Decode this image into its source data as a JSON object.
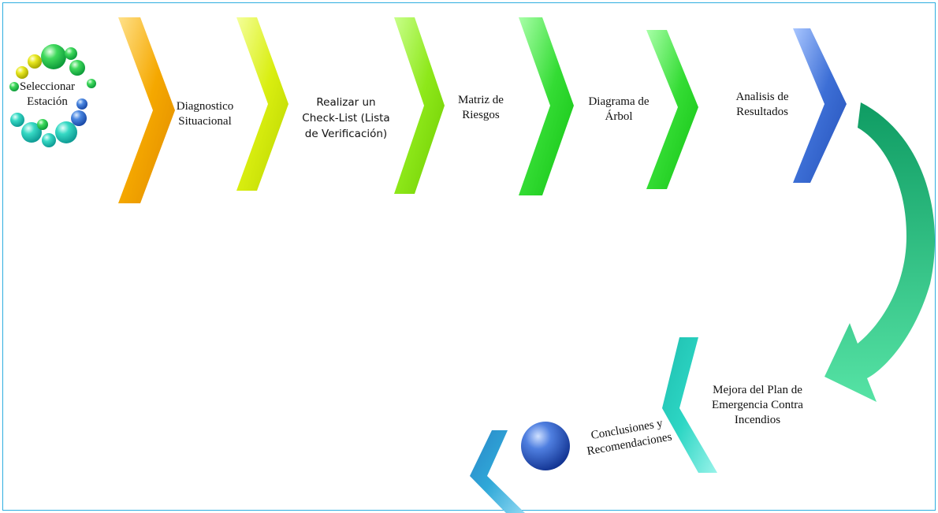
{
  "steps": {
    "start": "Seleccionar\nEstación",
    "diagnostico": "Diagnostico\nSituacional",
    "checklist": "Realizar un\nCheck-List (Lista\nde Verificación)",
    "matriz": "Matriz de\nRiesgos",
    "arbol": "Diagrama de\nÁrbol",
    "analisis": "Analisis de\nResultados",
    "mejora": "Mejora del Plan de\nEmergencia Contra\nIncendios",
    "conclusiones": "Conclusiones y\nRecomendaciones"
  },
  "colors": {
    "frame": "#2eaee0",
    "chevron_orange": "#f5a800",
    "chevron_yellow": "#d9ee10",
    "chevron_lime": "#8ee81a",
    "chevron_green": "#34dc34",
    "chevron_green2": "#2edc2e",
    "chevron_blue": "#3d6fd6",
    "curved_arrow": "#1fb57a",
    "chevron_teal": "#2dd6c4",
    "circle_blue": "#1f55c8",
    "chevron_cyan": "#2fa8d8"
  }
}
